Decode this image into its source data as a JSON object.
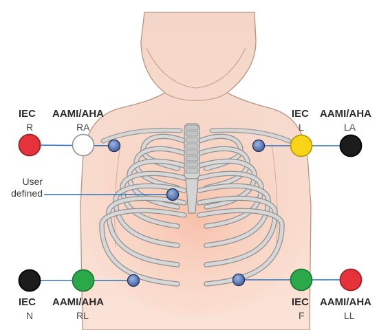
{
  "standards": {
    "iec": "IEC",
    "aami": "AAMI/AHA"
  },
  "leads": {
    "right_arm": {
      "iec": "R",
      "aami": "RA",
      "iec_color": "#e5323b",
      "aami_color": "#ffffff"
    },
    "left_arm": {
      "iec": "L",
      "aami": "LA",
      "iec_color": "#f7d417",
      "aami_color": "#1c1c1c"
    },
    "neutral": {
      "iec": "N",
      "aami": "RL",
      "iec_color": "#1c1c1c",
      "aami_color": "#2ba84a"
    },
    "foot": {
      "iec": "F",
      "aami": "LL",
      "iec_color": "#2ba84a",
      "aami_color": "#e5323b"
    }
  },
  "user_defined": {
    "line1": "User",
    "line2": "defined"
  },
  "colors": {
    "electrode": "#4a6fb5",
    "wire": "#2d6fb8",
    "skin": "#f6c9b6",
    "bone": "#c8c8c8"
  }
}
